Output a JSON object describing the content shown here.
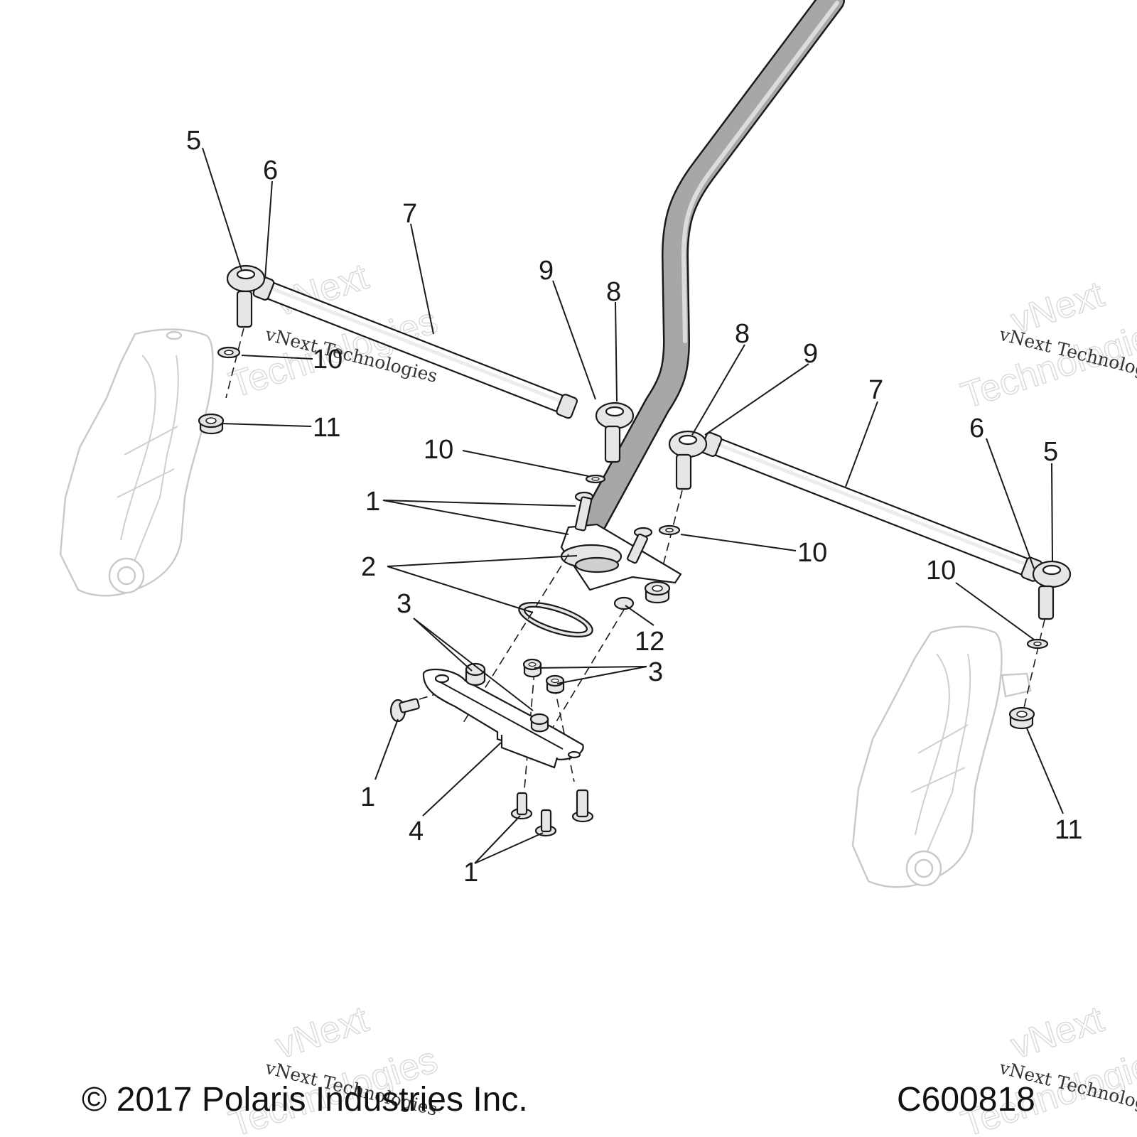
{
  "footer": {
    "copyright": "© 2017 Polaris Industries Inc.",
    "figure_code": "C600818"
  },
  "watermark": {
    "line1": "vNext",
    "line2": "Technologies",
    "small": "vNext Technologies"
  },
  "callouts": {
    "one": "1",
    "two": "2",
    "three": "3",
    "four": "4",
    "five": "5",
    "six": "6",
    "seven": "7",
    "eight": "8",
    "nine": "9",
    "ten": "10",
    "eleven": "11",
    "twelve": "12"
  },
  "colors": {
    "steering_shaft": "#a7a7a7",
    "hardware": "#e6e6e6",
    "ghost_knuckle": "#c9c9c9"
  }
}
